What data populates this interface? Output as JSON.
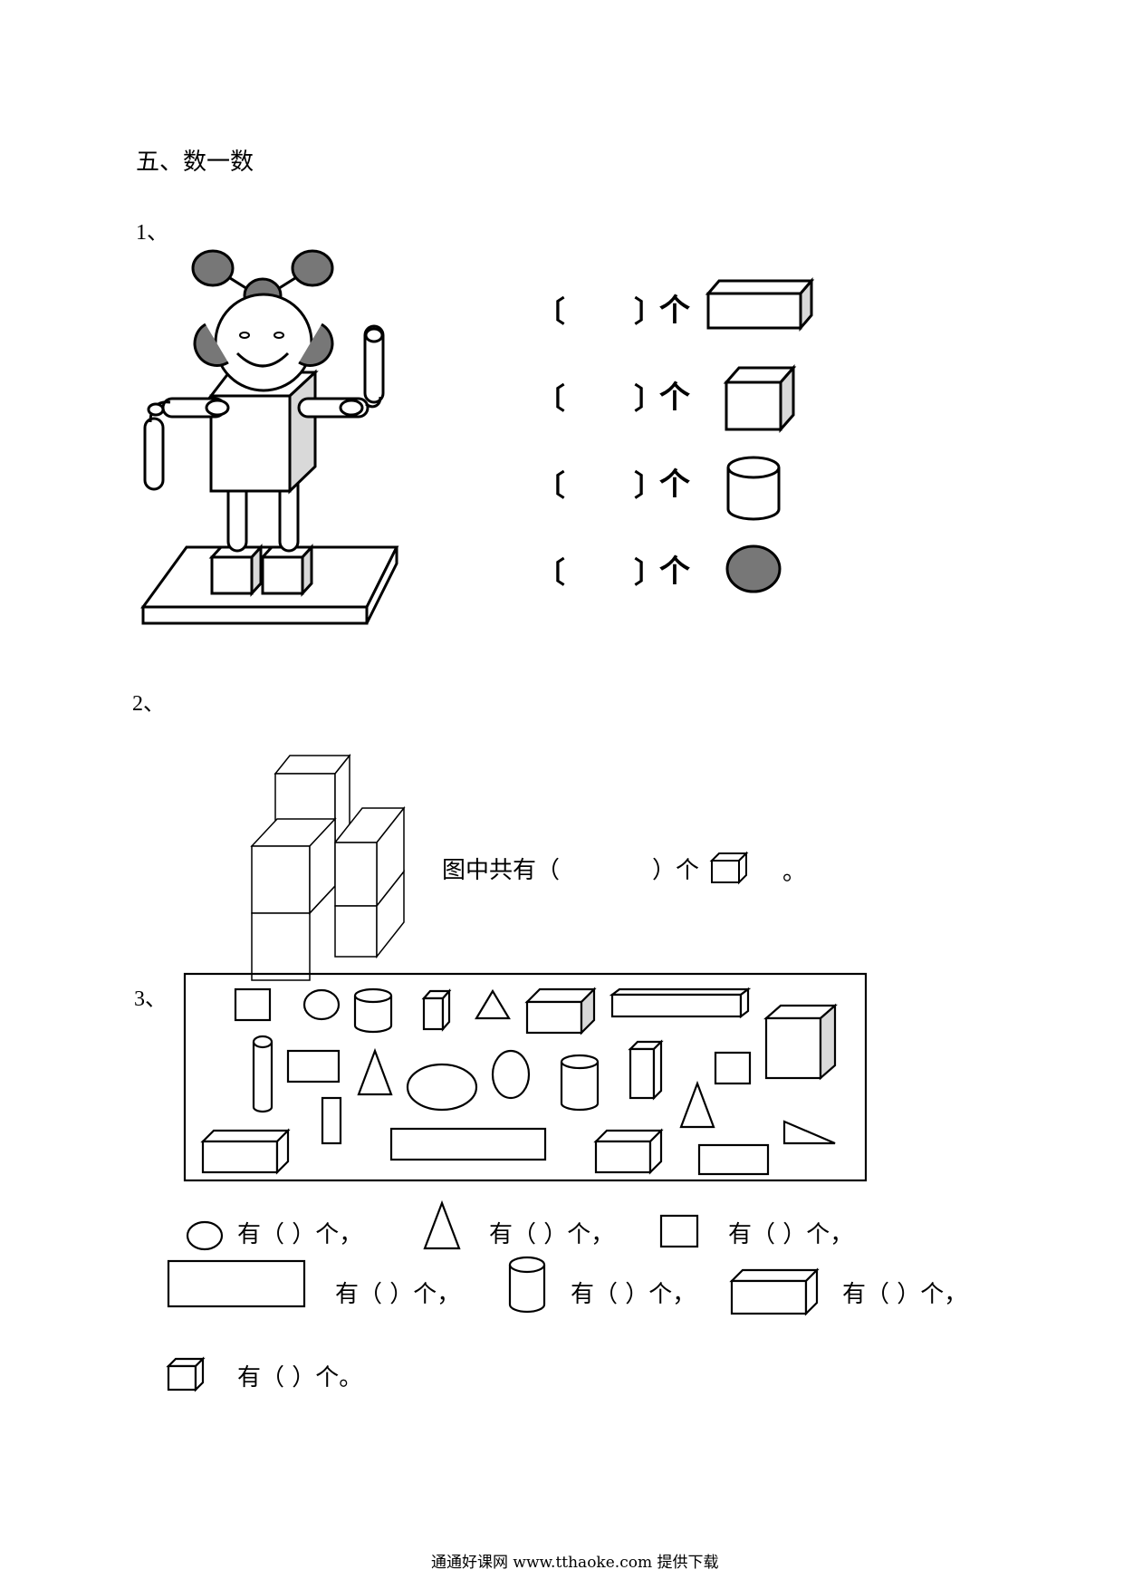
{
  "section": {
    "title": "五、数一数"
  },
  "q1": {
    "number": "1、",
    "rows": [
      {
        "open": "〔",
        "close": "〕",
        "unit": "个",
        "shape": "cuboid-icon"
      },
      {
        "open": "〔",
        "close": "〕",
        "unit": "个",
        "shape": "cube-icon"
      },
      {
        "open": "〔",
        "close": "〕",
        "unit": "个",
        "shape": "cylinder-icon"
      },
      {
        "open": "〔",
        "close": "〕",
        "unit": "个",
        "shape": "sphere-icon"
      }
    ]
  },
  "q2": {
    "number": "2、",
    "text_before": "图中共有（",
    "text_after": "）个",
    "period": "。"
  },
  "q3": {
    "number": "3、",
    "items": [
      {
        "shape": "circle-icon",
        "text": "有（ ）个，"
      },
      {
        "shape": "triangle-icon",
        "text": "有（ ）个，"
      },
      {
        "shape": "square-icon",
        "text": "有（ ）个，"
      },
      {
        "shape": "rectangle-icon",
        "text": "有（ ）个，"
      },
      {
        "shape": "cylinder-icon",
        "text": "有（ ）个，"
      },
      {
        "shape": "cuboid-icon",
        "text": "有（ ）个，"
      },
      {
        "shape": "cube-icon",
        "text": "有（ ）个。"
      }
    ]
  },
  "footer": {
    "text": "通通好课网 www.tthaoke.com 提供下载"
  },
  "colors": {
    "fill_gray": "#777777",
    "face_gray": "#d9d9d9",
    "ink": "#000000"
  }
}
